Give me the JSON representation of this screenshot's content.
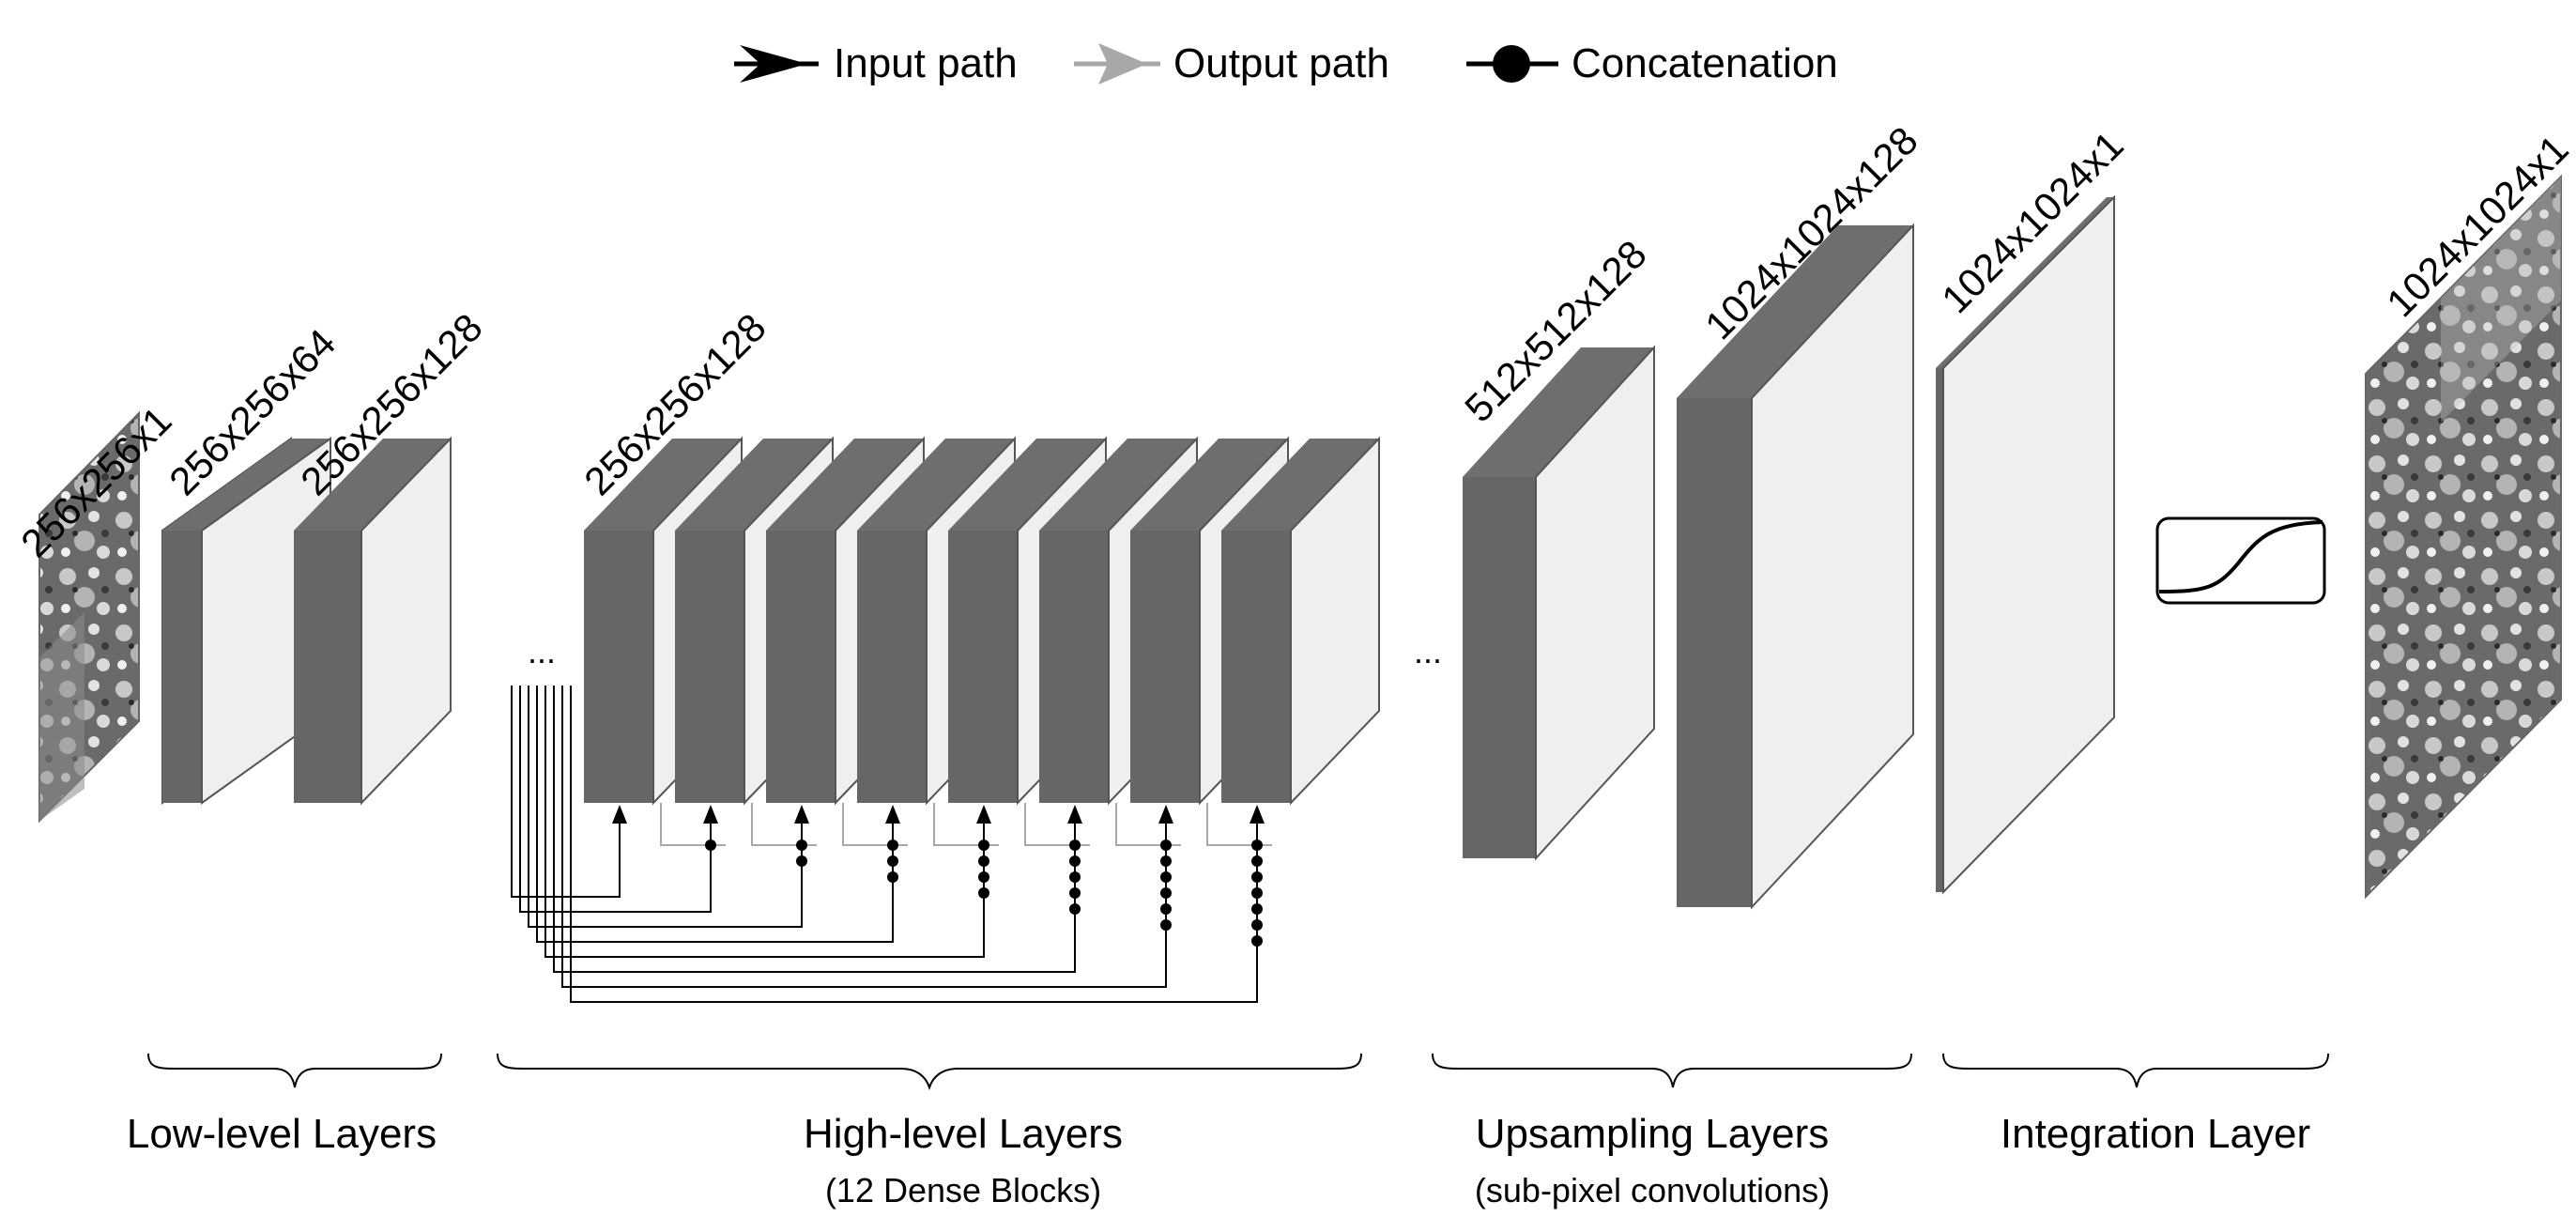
{
  "legend": {
    "input_path": "Input path",
    "output_path": "Output path",
    "concatenation": "Concatenation"
  },
  "tensors": {
    "input_image": "256x256x1",
    "low_1": "256x256x64",
    "low_2": "256x256x128",
    "dense": "256x256x128",
    "up_1": "512x512x128",
    "up_2": "1024x1024x128",
    "integration": "1024x1024x1",
    "output_image": "1024x1024x1"
  },
  "ellipsis": "...",
  "groups": {
    "low": "Low-level Layers",
    "high": "High-level Layers",
    "high_sub": "(12 Dense Blocks)",
    "up": "Upsampling Layers",
    "up_sub": "(sub-pixel convolutions)",
    "integration": "Integration Layer"
  },
  "colors": {
    "block_front": "#666666",
    "block_top": "#6e6e6e",
    "block_side": "#efefef",
    "output_path": "#a8a8a8",
    "input_path": "#000000"
  },
  "icons": {
    "activation": "sigmoid-curve-icon"
  }
}
